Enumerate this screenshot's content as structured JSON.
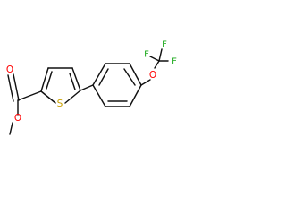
{
  "diagram": {
    "colors": {
      "bond": "#111111",
      "oxygen": "#ff0000",
      "sulfur": "#c8a000",
      "fluorine": "#1ba91b",
      "carbon": "#111111"
    },
    "labels": {
      "ester_carbonyl_O": "O",
      "ester_ether_O": "O",
      "thiophene_S": "S",
      "ether_O": "O",
      "F1": "F",
      "F2": "F",
      "F3": "F"
    }
  }
}
